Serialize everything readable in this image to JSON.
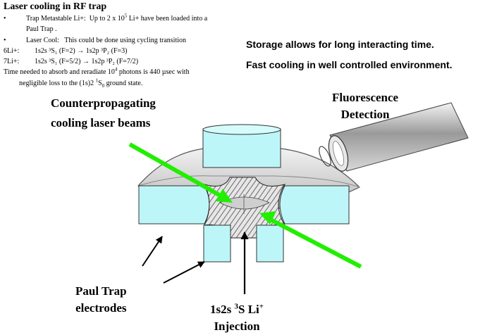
{
  "title": "Laser cooling in RF trap",
  "notes": {
    "bullet_symbol": "•",
    "item1_label": "Trap Metastable Li+:",
    "item1_text_a": "Up to 2 x 10",
    "item1_sup": "5",
    "item1_text_b": " Li+ have been loaded into a",
    "item1_cont": "Paul Trap .",
    "item2_label": "Laser Cool:",
    "item2_text": "This could be done using cycling transition",
    "li6_label": "6Li+:",
    "li6_transition": "1s2s ³S₁ (F=2) → 1s2p ³P₂ (F=3)",
    "li7_label": "7Li+:",
    "li7_transition": "1s2s ³S₁ (F=5/2) → 1s2p ³P₂ (F=7/2)",
    "time_a": "Time needed to absorb and reradiate 10",
    "time_sup": "4",
    "time_b": " photons is 440 µsec with",
    "time_cont_a": "negligible loss to the (1s)2 ",
    "time_cont_sup": "1",
    "time_cont_b": "S",
    "time_cont_sub": "0",
    "time_cont_c": " ground state."
  },
  "statements": [
    "Storage allows for long interacting time.",
    "Fast cooling in well controlled environment."
  ],
  "labels": {
    "fluorescence_line1": "Fluorescence",
    "fluorescence_line2": "Detection",
    "counter_line1": "Counterpropagating",
    "counter_line2": "cooling laser beams",
    "paul_line1": "Paul Trap",
    "paul_line2": "electrodes",
    "inject_prefix": "1s2s ",
    "inject_sup1": "3",
    "inject_mid": "S Li",
    "inject_sup2": "+",
    "inject_line2": "Injection"
  },
  "colors": {
    "electrode": "#bdf6f8",
    "laser": "#22ee00",
    "surface": "#d2d2d2",
    "detector": "#b8b8b8"
  }
}
